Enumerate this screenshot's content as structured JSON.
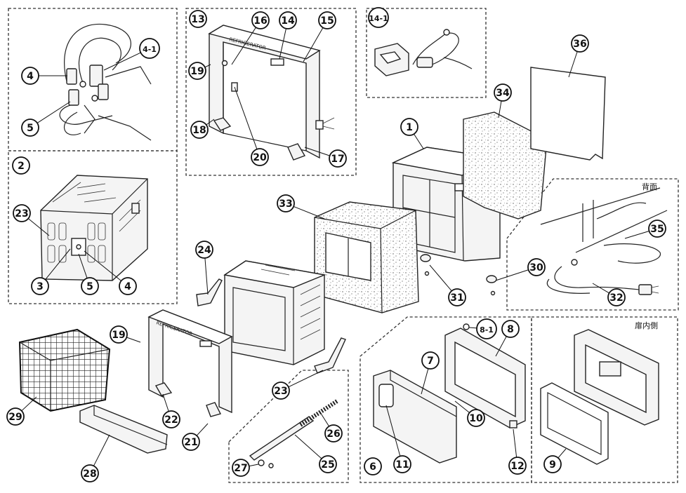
{
  "diagram": {
    "notes": {
      "back": "背面",
      "door_inner": "扉内側"
    },
    "product_label": "REFRIGERATOR",
    "callouts": [
      {
        "id": "c1",
        "label": "1"
      },
      {
        "id": "c2",
        "label": "2"
      },
      {
        "id": "c3",
        "label": "3"
      },
      {
        "id": "c4a",
        "label": "4"
      },
      {
        "id": "c4b",
        "label": "4"
      },
      {
        "id": "c41",
        "label": "4-1"
      },
      {
        "id": "c5a",
        "label": "5"
      },
      {
        "id": "c5b",
        "label": "5"
      },
      {
        "id": "c6",
        "label": "6"
      },
      {
        "id": "c7",
        "label": "7"
      },
      {
        "id": "c8",
        "label": "8"
      },
      {
        "id": "c81",
        "label": "8-1"
      },
      {
        "id": "c9",
        "label": "9"
      },
      {
        "id": "c10",
        "label": "10"
      },
      {
        "id": "c11",
        "label": "11"
      },
      {
        "id": "c12",
        "label": "12"
      },
      {
        "id": "c13",
        "label": "13"
      },
      {
        "id": "c14",
        "label": "14"
      },
      {
        "id": "c141",
        "label": "14-1"
      },
      {
        "id": "c15",
        "label": "15"
      },
      {
        "id": "c16",
        "label": "16"
      },
      {
        "id": "c17",
        "label": "17"
      },
      {
        "id": "c18",
        "label": "18"
      },
      {
        "id": "c19a",
        "label": "19"
      },
      {
        "id": "c19b",
        "label": "19"
      },
      {
        "id": "c20",
        "label": "20"
      },
      {
        "id": "c21",
        "label": "21"
      },
      {
        "id": "c22",
        "label": "22"
      },
      {
        "id": "c23a",
        "label": "23"
      },
      {
        "id": "c23b",
        "label": "23"
      },
      {
        "id": "c24",
        "label": "24"
      },
      {
        "id": "c25",
        "label": "25"
      },
      {
        "id": "c26",
        "label": "26"
      },
      {
        "id": "c27",
        "label": "27"
      },
      {
        "id": "c28",
        "label": "28"
      },
      {
        "id": "c29",
        "label": "29"
      },
      {
        "id": "c30",
        "label": "30"
      },
      {
        "id": "c31",
        "label": "31"
      },
      {
        "id": "c32",
        "label": "32"
      },
      {
        "id": "c33",
        "label": "33"
      },
      {
        "id": "c34",
        "label": "34"
      },
      {
        "id": "c35",
        "label": "35"
      },
      {
        "id": "c36",
        "label": "36"
      }
    ]
  }
}
